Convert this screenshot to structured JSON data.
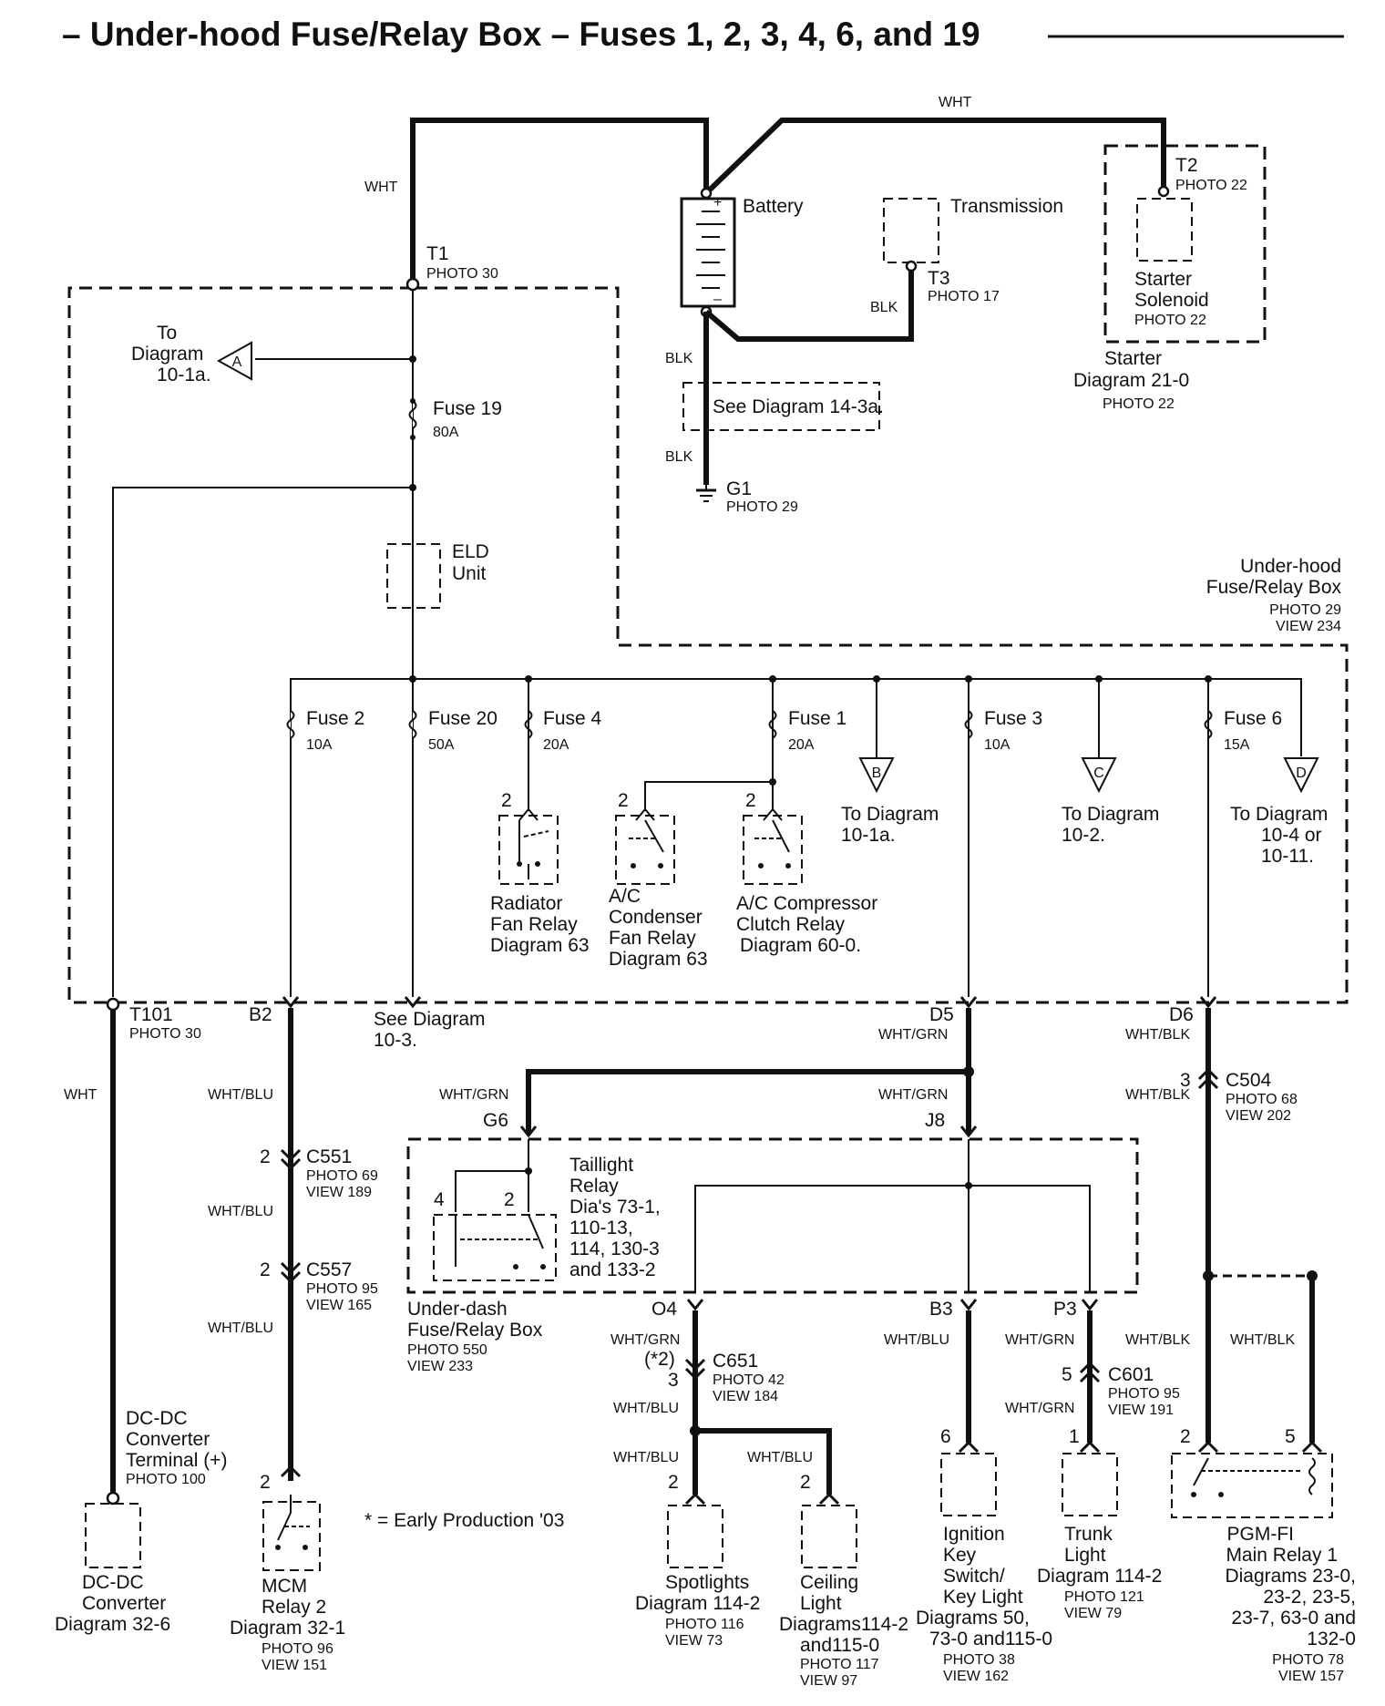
{
  "title": "– Under-hood Fuse/Relay Box – Fuses 1, 2, 3, 4, 6, and 19",
  "wires": {
    "wht_top": "WHT",
    "wht_left": "WHT",
    "blk_t3": "BLK",
    "blk_bat": "BLK",
    "blk_gnd": "BLK",
    "wht_t101": "WHT",
    "whtblu_b2": "WHT/BLU",
    "whtblu_c551": "WHT/BLU",
    "whtblu_c557": "WHT/BLU",
    "whtgrn_d5": "WHT/GRN",
    "whtgrn_g6": "WHT/GRN",
    "whtgrn_j8": "WHT/GRN",
    "whtblk_d6": "WHT/BLK",
    "whtblk_c504": "WHT/BLK",
    "whtgrn_o4": "WHT/GRN",
    "whtblu_c651": "WHT/BLU",
    "whtblu_spot": "WHT/BLU",
    "whtblu_ceil": "WHT/BLU",
    "whtblu_b3": "WHT/BLU",
    "whtgrn_p3": "WHT/GRN",
    "whtgrn_c601": "WHT/GRN",
    "whtblk_pgm1": "WHT/BLK",
    "whtblk_pgm2": "WHT/BLK"
  },
  "battery": {
    "label": "Battery",
    "plus": "+",
    "minus": "–"
  },
  "transmission": {
    "label": "Transmission",
    "terminal": "T3",
    "photo": "PHOTO 17"
  },
  "starter": {
    "terminal": "T2",
    "terminal_photo": "PHOTO 22",
    "line1": "Starter",
    "line2": "Solenoid",
    "photo": "PHOTO 22",
    "ref1": "Starter",
    "ref2": "Diagram 21-0",
    "ref_photo": "PHOTO 22"
  },
  "see_diagram_14": "See Diagram 14-3a.",
  "ground": {
    "label": "G1",
    "photo": "PHOTO 29"
  },
  "t1": {
    "label": "T1",
    "photo": "PHOTO 30"
  },
  "to_a": {
    "line1": "To",
    "line2": "Diagram",
    "line3": "10-1a.",
    "letter": "A"
  },
  "fuse19": {
    "label": "Fuse 19",
    "rating": "80A"
  },
  "eld": {
    "line1": "ELD",
    "line2": "Unit"
  },
  "uh_box": {
    "line1": "Under-hood",
    "line2": "Fuse/Relay Box",
    "photo": "PHOTO 29",
    "view": "VIEW 234"
  },
  "fuses": {
    "f2": {
      "label": "Fuse 2",
      "rating": "10A"
    },
    "f20": {
      "label": "Fuse 20",
      "rating": "50A"
    },
    "f4": {
      "label": "Fuse 4",
      "rating": "20A"
    },
    "f1": {
      "label": "Fuse 1",
      "rating": "20A"
    },
    "f3": {
      "label": "Fuse 3",
      "rating": "10A"
    },
    "f6": {
      "label": "Fuse 6",
      "rating": "15A"
    }
  },
  "to_b": {
    "letter": "B",
    "line1": "To Diagram",
    "line2": "10-1a."
  },
  "to_c": {
    "letter": "C",
    "line1": "To Diagram",
    "line2": "10-2."
  },
  "to_d": {
    "letter": "D",
    "line1": "To Diagram",
    "line2": "10-4 or",
    "line3": "10-11."
  },
  "radiator": {
    "pin": "2",
    "line1": "Radiator",
    "line2": "Fan Relay",
    "line3": "Diagram 63"
  },
  "ac_cond": {
    "pin": "2",
    "line1": "A/C",
    "line2": "Condenser",
    "line3": "Fan Relay",
    "line4": "Diagram 63"
  },
  "ac_comp": {
    "pin": "2",
    "line1": "A/C Compressor",
    "line2": "Clutch Relay",
    "line3": "Diagram 60-0."
  },
  "t101": {
    "label": "T101",
    "photo": "PHOTO 30"
  },
  "b2": "B2",
  "see_10_3": {
    "line1": "See Diagram",
    "line2": "10-3."
  },
  "d5": "D5",
  "d6": "D6",
  "c504": {
    "pin": "3",
    "label": "C504",
    "photo": "PHOTO 68",
    "view": "VIEW 202"
  },
  "c551": {
    "pin": "2",
    "label": "C551",
    "photo": "PHOTO 69",
    "view": "VIEW 189"
  },
  "c557": {
    "pin": "2",
    "label": "C557",
    "photo": "PHOTO 95",
    "view": "VIEW 165"
  },
  "g6": "G6",
  "j8": "J8",
  "taillight": {
    "pin4": "4",
    "pin2": "2",
    "line1": "Taillight",
    "line2": "Relay",
    "line3": "Dia's  73-1,",
    "line4": "110-13,",
    "line5": "114, 130-3",
    "line6": "and 133-2"
  },
  "ud_box": {
    "line1": "Under-dash",
    "line2": "Fuse/Relay Box",
    "photo": "PHOTO 550",
    "view": "VIEW 233"
  },
  "o4": "O4",
  "b3": "B3",
  "p3": "P3",
  "c651": {
    "note": "(*2)",
    "pin": "3",
    "label": "C651",
    "photo": "PHOTO 42",
    "view": "VIEW 184"
  },
  "c601": {
    "pin": "5",
    "label": "C601",
    "photo": "PHOTO 95",
    "view": "VIEW 191"
  },
  "dcdc_term": {
    "line1": "DC-DC",
    "line2": "Converter",
    "line3": "Terminal (+)",
    "photo": "PHOTO 100"
  },
  "dcdc": {
    "line1": "DC-DC",
    "line2": "Converter",
    "line3": "Diagram 32-6"
  },
  "mcm": {
    "pin": "2",
    "line1": "MCM",
    "line2": "Relay 2",
    "line3": "Diagram 32-1",
    "photo": "PHOTO 96",
    "view": "VIEW 151"
  },
  "early_note": "* = Early Production '03",
  "spotlights": {
    "pin": "2",
    "line1": "Spotlights",
    "line2": "Diagram 114-2",
    "photo": "PHOTO 116",
    "view": "VIEW 73"
  },
  "ceiling": {
    "pin": "2",
    "line1": "Ceiling",
    "line2": "Light",
    "line3": "Diagrams114-2",
    "line4": "and115-0",
    "photo": "PHOTO 117",
    "view": "VIEW 97"
  },
  "ignition": {
    "pin": "6",
    "line1": "Ignition",
    "line2": "Key",
    "line3": "Switch/",
    "line4": "Key Light",
    "line5": "Diagrams 50,",
    "line6": "73-0 and115-0",
    "photo": "PHOTO 38",
    "view": "VIEW 162"
  },
  "trunk": {
    "pin": "1",
    "line1": "Trunk",
    "line2": "Light",
    "line3": "Diagram 114-2",
    "photo": "PHOTO 121",
    "view": "VIEW 79"
  },
  "pgmfi": {
    "pin_l": "2",
    "pin_r": "5",
    "line1": "PGM-FI",
    "line2": "Main Relay 1",
    "line3": "Diagrams 23-0,",
    "line4": "23-2, 23-5,",
    "line5": "23-7, 63-0 and",
    "line6": "132-0",
    "photo": "PHOTO 78",
    "view": "VIEW 157"
  }
}
